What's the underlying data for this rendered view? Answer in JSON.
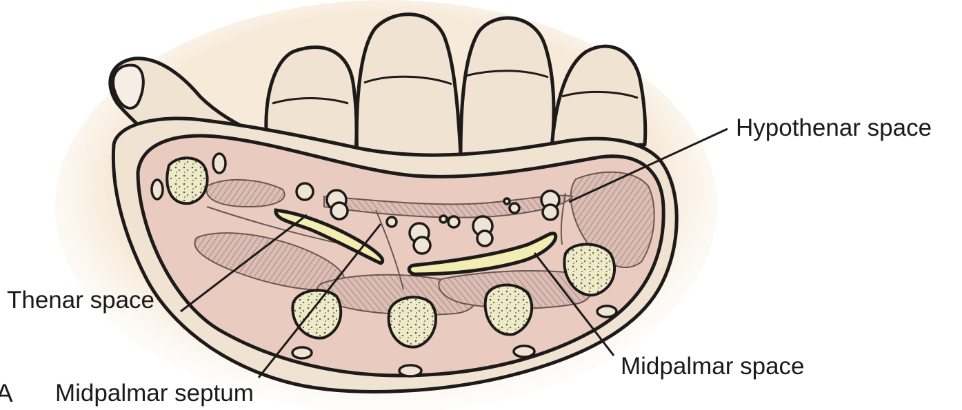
{
  "panel_letter": "A",
  "labels": {
    "hypothenar_space": "Hypothenar space",
    "thenar_space": "Thenar space",
    "midpalmar_space": "Midpalmar space",
    "midpalmar_septum": "Midpalmar septum"
  },
  "colors": {
    "skin": "#f1e3d2",
    "section_fill": "#e9cbc0",
    "muscle": "#dcbdb4",
    "bone": "#efeac6",
    "space": "#f2edb2",
    "outline": "#1d1a1a"
  }
}
